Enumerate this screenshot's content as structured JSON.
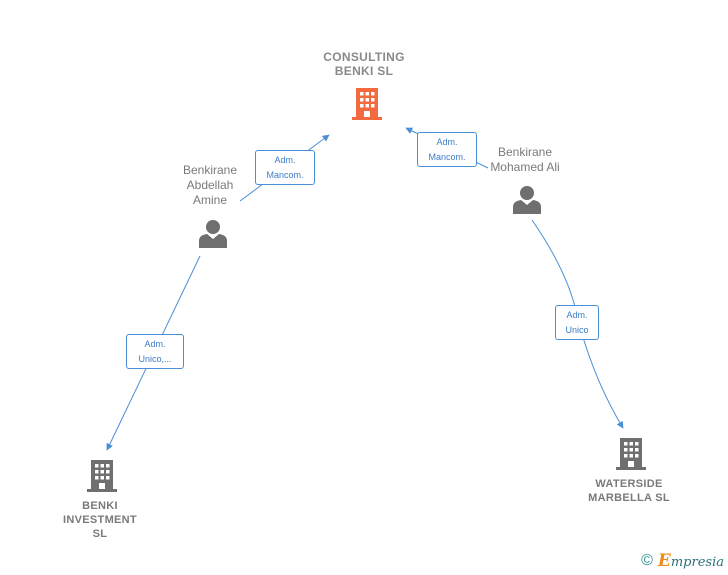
{
  "nodes": {
    "consulting": {
      "label": "CONSULTING\nBENKI  SL",
      "type": "company",
      "main": true
    },
    "abdellah": {
      "label": "Benkirane\nAbdellah\nAmine",
      "type": "person"
    },
    "mohamed": {
      "label": "Benkirane\nMohamed Ali",
      "type": "person"
    },
    "benki_investment": {
      "label": "BENKI\nINVESTMENT\nSL",
      "type": "company"
    },
    "waterside": {
      "label": "WATERSIDE\nMARBELLA  SL",
      "type": "company"
    }
  },
  "edges": [
    {
      "from": "abdellah",
      "to": "consulting",
      "label": "Adm.\nMancom."
    },
    {
      "from": "mohamed",
      "to": "consulting",
      "label": "Adm.\nMancom."
    },
    {
      "from": "abdellah",
      "to": "benki_investment",
      "label": "Adm.\nUnico,..."
    },
    {
      "from": "mohamed",
      "to": "waterside",
      "label": "Adm.\nUnico"
    }
  ],
  "colors": {
    "main_company": "#f26a3d",
    "company": "#6f6f6f",
    "person": "#6f6f6f",
    "edge": "#4a8fd6"
  },
  "footer": {
    "copyright_symbol": "©",
    "brand_initial": "E",
    "brand_rest": "mpresia"
  }
}
